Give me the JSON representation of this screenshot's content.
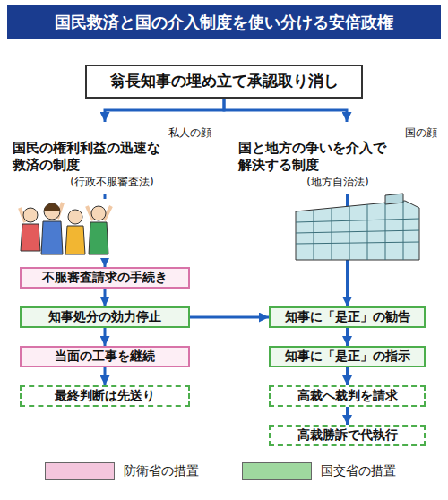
{
  "diagram": {
    "title": "国民救済と国の介入制度を使い分ける安倍政権",
    "nodes": [
      {
        "text": [
          "翁長知事の埋め立て承認取り消し"
        ]
      },
      {
        "text": [
          "私人の顔",
          "国民の権利利益の迅速な 救済の制度",
          "(行政不服審査法)"
        ]
      },
      {
        "text": [
          "国の顔",
          "国と地方の争いを介入で 解決する制度",
          "(地方自治法)"
        ]
      },
      {
        "text": [
          "不服審査請求の手続き"
        ]
      },
      {
        "text": [
          "知事処分の効力停止"
        ]
      },
      {
        "text": [
          "当面の工事を継続"
        ]
      },
      {
        "text": [
          "最終判断は先送り"
        ]
      },
      {
        "text": [
          "知事に「是正」の勧告"
        ]
      },
      {
        "text": [
          "知事に「是正」の指示"
        ]
      },
      {
        "text": [
          "高裁へ裁判を請求"
        ]
      },
      {
        "text": [
          "高裁勝訴で代執行"
        ]
      }
    ],
    "edges": [
      {
        "from": 0,
        "to": 1,
        "arrow": "to"
      },
      {
        "from": 0,
        "to": 2,
        "arrow": "to"
      },
      {
        "from": 1,
        "to": 3,
        "arrow": "to"
      },
      {
        "from": 3,
        "to": 4,
        "arrow": "to"
      },
      {
        "from": 4,
        "to": 5,
        "arrow": "to"
      },
      {
        "from": 5,
        "to": 6,
        "arrow": "to"
      },
      {
        "from": 4,
        "to": 7,
        "arrow": "to"
      },
      {
        "from": 2,
        "to": 7,
        "arrow": "to"
      },
      {
        "from": 7,
        "to": 8,
        "arrow": "to"
      },
      {
        "from": 8,
        "to": 9,
        "arrow": "to"
      },
      {
        "from": 9,
        "to": 10,
        "arrow": "to"
      }
    ],
    "legend": [
      {
        "text": "防衛省の措置",
        "color": "#f4c6dd"
      },
      {
        "text": "国交省の措置",
        "color": "#9fd89f"
      }
    ]
  }
}
